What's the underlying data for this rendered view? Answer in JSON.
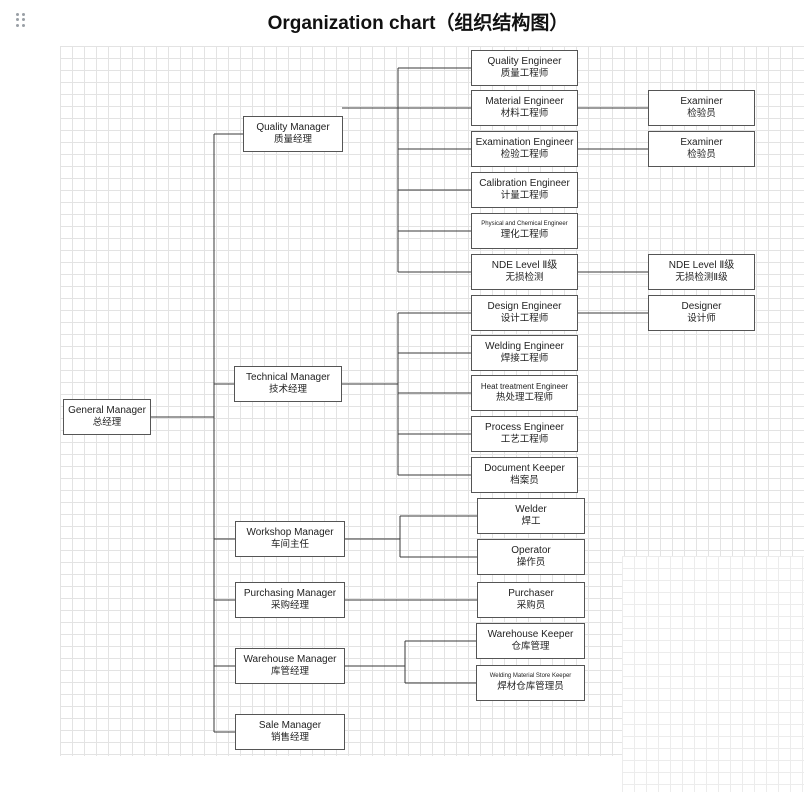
{
  "title": "Organization chart（组织结构图）",
  "root": {
    "en": "General Manager",
    "zh": "总经理"
  },
  "managers": [
    {
      "en": "Quality Manager",
      "zh": "质量经理"
    },
    {
      "en": "Technical Manager",
      "zh": "技术经理"
    },
    {
      "en": "Workshop Manager",
      "zh": "车间主任"
    },
    {
      "en": "Purchasing Manager",
      "zh": "采购经理"
    },
    {
      "en": "Warehouse Manager",
      "zh": "库管经理"
    },
    {
      "en": "Sale Manager",
      "zh": "销售经理"
    }
  ],
  "quality_staff": [
    {
      "en": "Quality Engineer",
      "zh": "质量工程师"
    },
    {
      "en": "Material Engineer",
      "zh": "材料工程师"
    },
    {
      "en": "Examination Engineer",
      "zh": "检验工程师"
    },
    {
      "en": "Calibration Engineer",
      "zh": "计量工程师"
    },
    {
      "en": "Physical and Chemical Engineer",
      "zh": "理化工程师"
    },
    {
      "en": "NDE Level Ⅱ级",
      "zh": "无损检测"
    }
  ],
  "quality_sub": [
    {
      "en": "Examiner",
      "zh": "检验员"
    },
    {
      "en": "Examiner",
      "zh": "检验员"
    },
    {
      "en": "NDE Level Ⅱ级",
      "zh": "无损检测Ⅱ级"
    }
  ],
  "technical_staff": [
    {
      "en": "Design Engineer",
      "zh": "设计工程师"
    },
    {
      "en": "Welding Engineer",
      "zh": "焊接工程师"
    },
    {
      "en": "Heat treatment Engineer",
      "zh": "热处理工程师"
    },
    {
      "en": "Process Engineer",
      "zh": "工艺工程师"
    },
    {
      "en": "Document Keeper",
      "zh": "档案员"
    }
  ],
  "technical_sub": [
    {
      "en": "Designer",
      "zh": "设计师"
    }
  ],
  "workshop_staff": [
    {
      "en": "Welder",
      "zh": "焊工"
    },
    {
      "en": "Operator",
      "zh": "操作员"
    }
  ],
  "purchasing_staff": [
    {
      "en": "Purchaser",
      "zh": "采购员"
    }
  ],
  "warehouse_staff": [
    {
      "en": "Warehouse Keeper",
      "zh": "仓库管理"
    },
    {
      "en": "Welding  Material Store Keeper",
      "zh": "焊材仓库管理员"
    }
  ]
}
